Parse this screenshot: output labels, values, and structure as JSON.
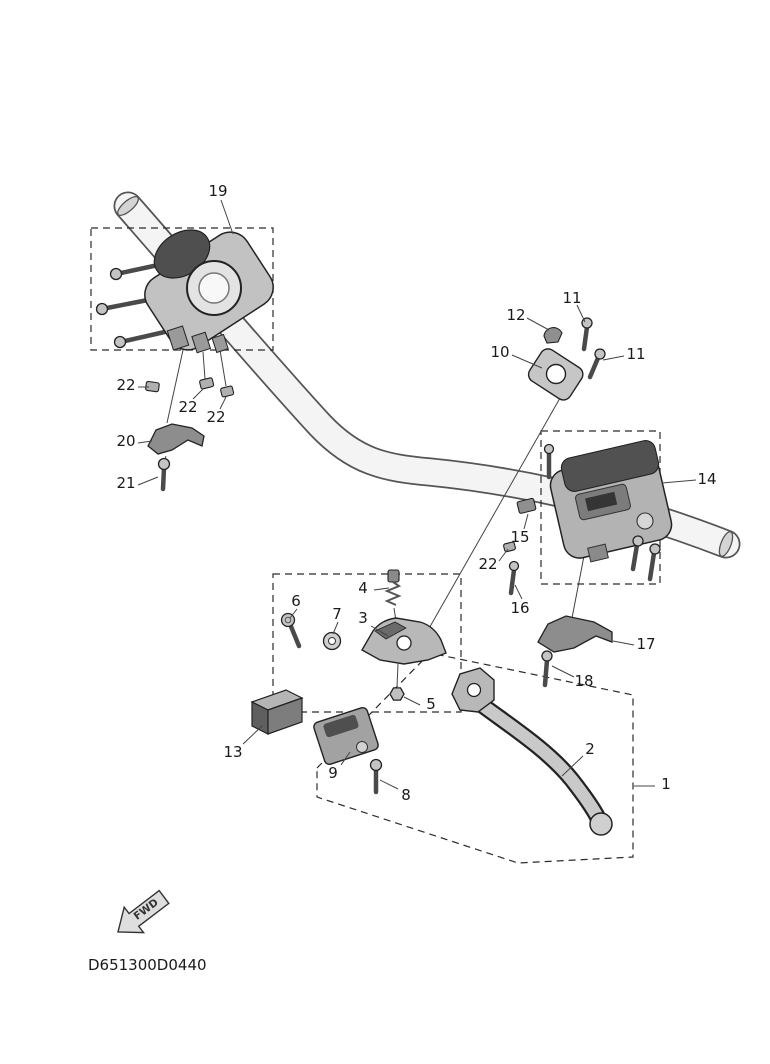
{
  "colors": {
    "line": "#2b2b2b",
    "leader": "#444444",
    "text": "#1a1a1a"
  },
  "footer": {
    "diagram_code": "D651300D0440"
  },
  "fwd_arrow": {
    "label": "FWD"
  },
  "callouts": [
    {
      "label": "19"
    },
    {
      "label": "12"
    },
    {
      "label": "11"
    },
    {
      "label": "10"
    },
    {
      "label": "11"
    },
    {
      "label": "22"
    },
    {
      "label": "22"
    },
    {
      "label": "22"
    },
    {
      "label": "20"
    },
    {
      "label": "21"
    },
    {
      "label": "14"
    },
    {
      "label": "15"
    },
    {
      "label": "22"
    },
    {
      "label": "16"
    },
    {
      "label": "4"
    },
    {
      "label": "6"
    },
    {
      "label": "7"
    },
    {
      "label": "3"
    },
    {
      "label": "17"
    },
    {
      "label": "18"
    },
    {
      "label": "5"
    },
    {
      "label": "13"
    },
    {
      "label": "9"
    },
    {
      "label": "8"
    },
    {
      "label": "2"
    },
    {
      "label": "1"
    }
  ]
}
